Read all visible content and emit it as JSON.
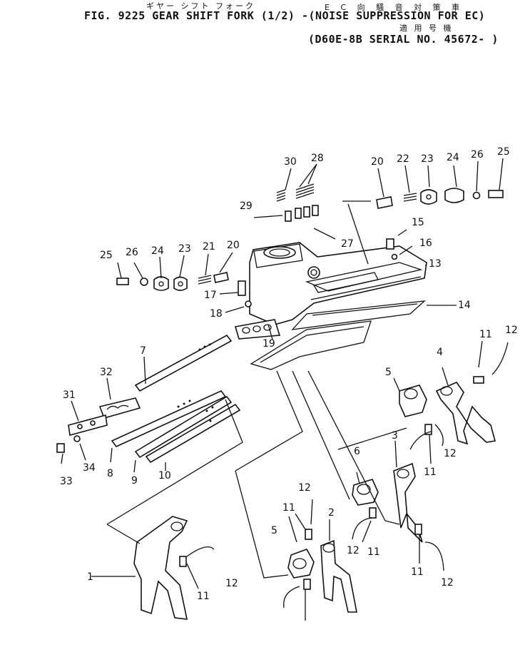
{
  "title": {
    "jp_line1": "ギヤー シフト フォーク",
    "jp_line2": "E C 向 騒 音 対 策 車",
    "main": "FIG. 9225  GEAR SHIFT FORK (1/2) -(NOISE SUPPRESSION FOR EC)",
    "jp_line3": "適 用 号 機",
    "serial": "(D60E-8B SERIAL NO. 45672- )"
  },
  "callouts": [
    "1",
    "2",
    "3",
    "4",
    "5",
    "5",
    "6",
    "7",
    "8",
    "9",
    "10",
    "11",
    "11",
    "11",
    "11",
    "11",
    "11",
    "12",
    "12",
    "12",
    "12",
    "12",
    "12",
    "13",
    "14",
    "15",
    "16",
    "17",
    "18",
    "19",
    "20",
    "20",
    "21",
    "22",
    "23",
    "23",
    "24",
    "24",
    "25",
    "25",
    "26",
    "26",
    "27",
    "28",
    "29",
    "30",
    "31",
    "32",
    "33",
    "34"
  ]
}
